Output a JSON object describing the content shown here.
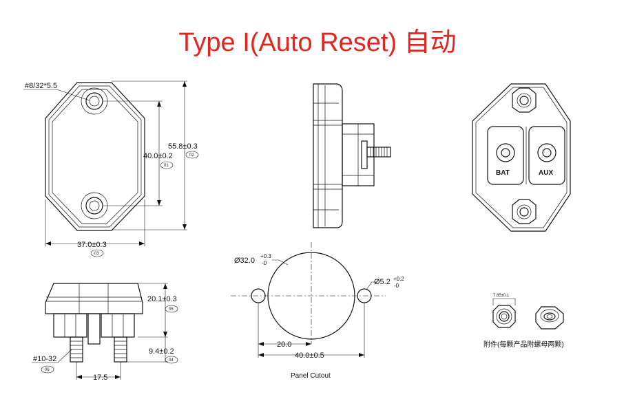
{
  "title": "Type I(Auto Reset) 自动",
  "front_view": {
    "thread_label": "#8/32*5.5",
    "dim_hole_spacing": "40.0±0.2",
    "dim_hole_spacing_tag": "01",
    "dim_height": "55.8±0.3",
    "dim_height_tag": "02",
    "dim_width": "37.0±0.3",
    "dim_width_tag": "03"
  },
  "back_view": {
    "terminal_left": "BAT",
    "terminal_right": "AUX"
  },
  "bottom_view": {
    "dim_body_height": "20.1±0.3",
    "dim_body_height_tag": "05",
    "dim_stud_length": "9.4±0.2",
    "dim_stud_length_tag": "04",
    "stud_thread": "#10-32",
    "stud_thread_tag": "06",
    "dim_stud_spacing": "17.5"
  },
  "panel_cutout": {
    "main_hole_prefix": "Ø32.0",
    "main_hole_tol_plus": "+0.3",
    "main_hole_tol_minus": "-0",
    "small_hole_prefix": "Ø5.2",
    "small_hole_tol_plus": "+0.2",
    "small_hole_tol_minus": "-0",
    "dim_center_offset": "20.0",
    "dim_hole_spacing": "40.0±0.5",
    "caption": "Panel  Cutout"
  },
  "accessory": {
    "nut_dim": "7.85±0.1",
    "caption": "附件(每颗产品附螺母两颗)"
  }
}
